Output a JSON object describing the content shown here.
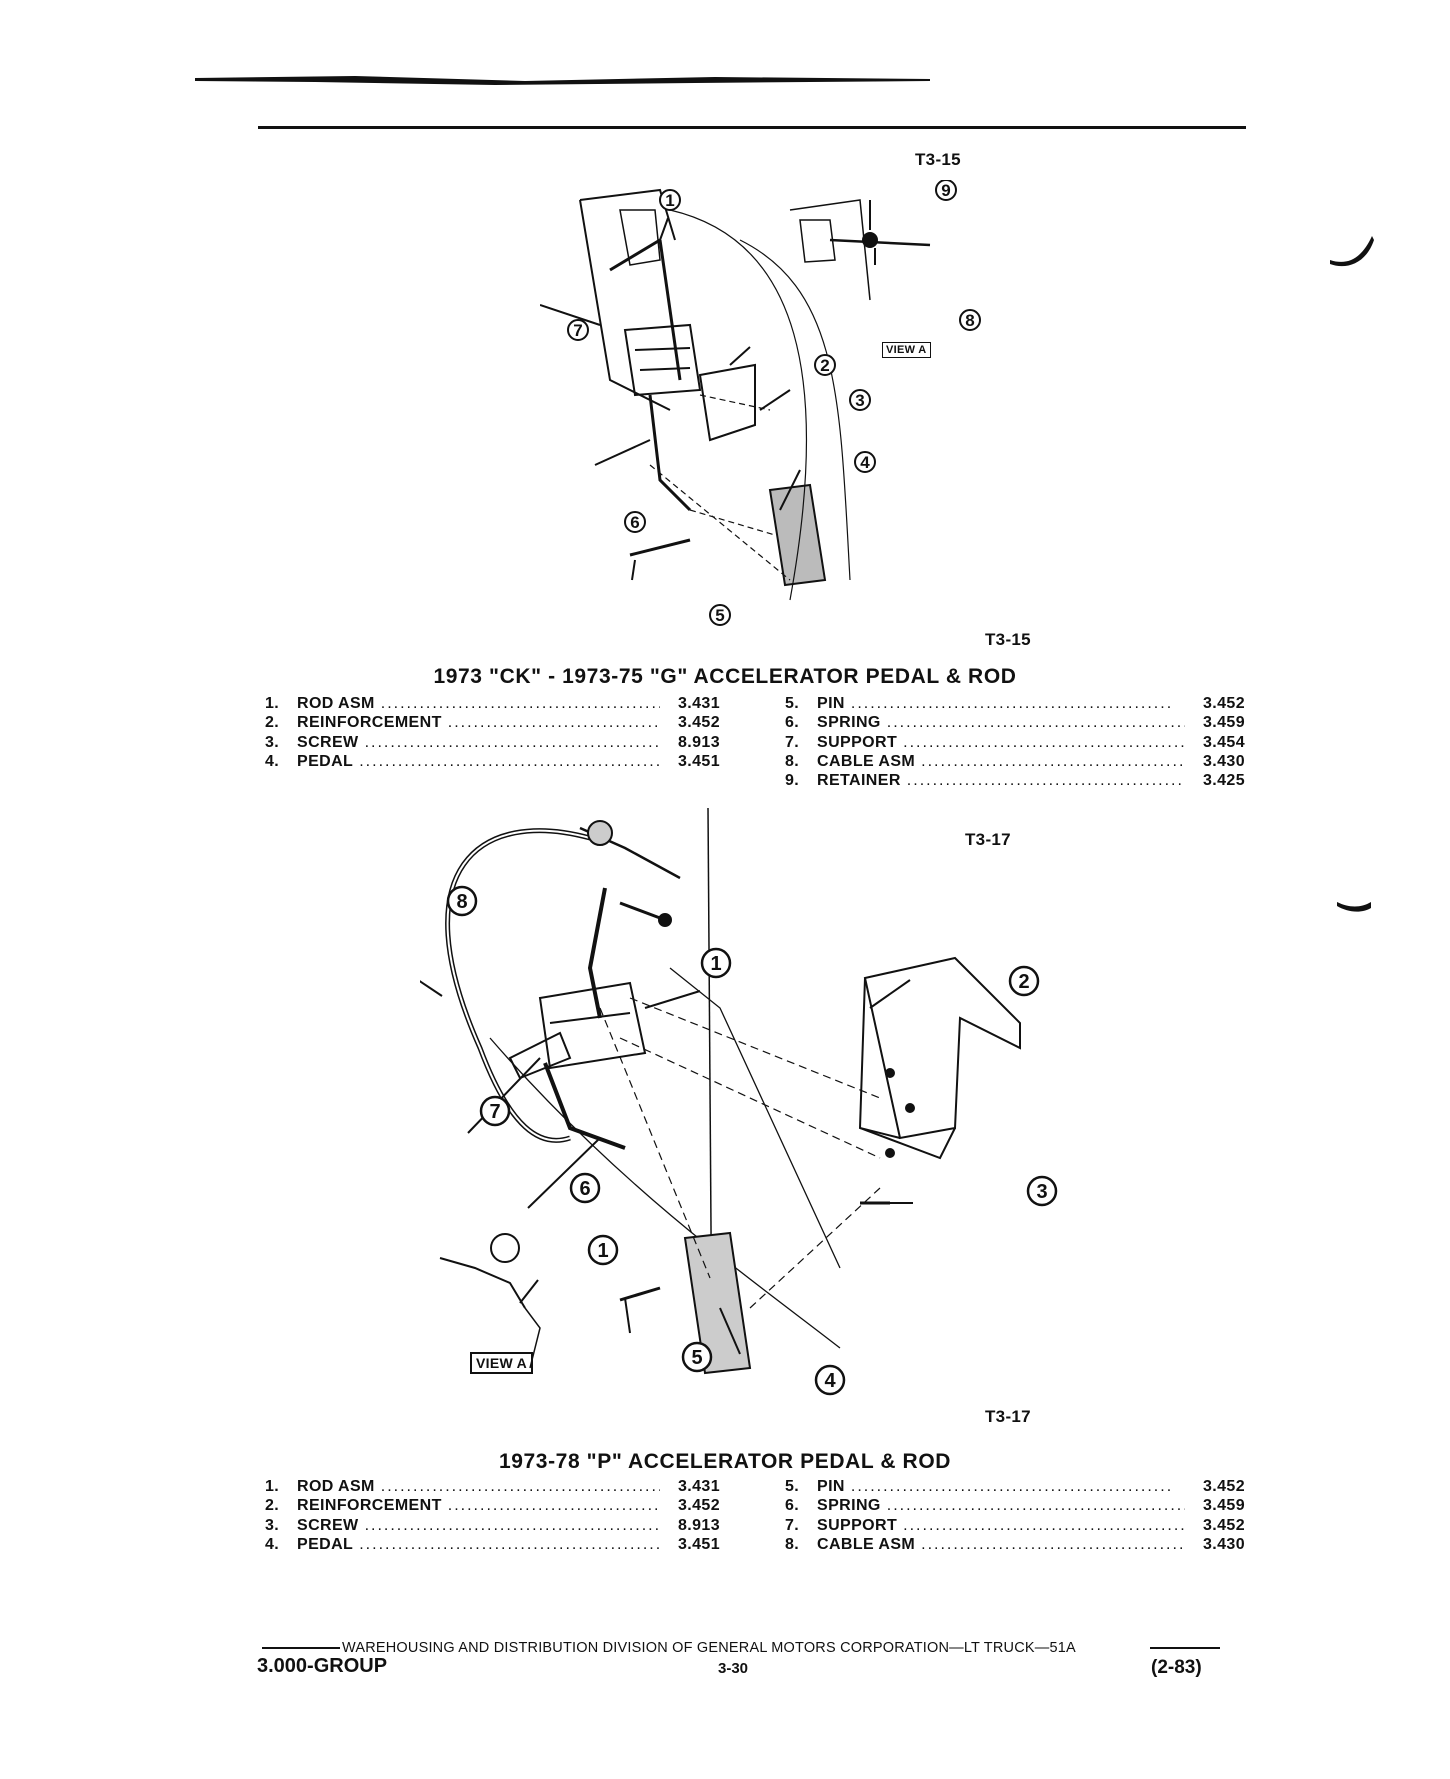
{
  "top_figure": {
    "ref_label_top": "T3-15",
    "ref_label_bottom": "T3-15",
    "view_tag": "VIEW A",
    "callouts": [
      "1",
      "2",
      "3",
      "4",
      "5",
      "6",
      "7",
      "8",
      "9"
    ]
  },
  "top_caption": "1973 \"CK\" - 1973-75 \"G\" ACCELERATOR PEDAL & ROD",
  "top_parts": {
    "left": [
      {
        "num": "1.",
        "name": "ROD ASM",
        "ref": "3.431"
      },
      {
        "num": "2.",
        "name": "REINFORCEMENT",
        "ref": "3.452"
      },
      {
        "num": "3.",
        "name": "SCREW",
        "ref": "8.913"
      },
      {
        "num": "4.",
        "name": "PEDAL",
        "ref": "3.451"
      }
    ],
    "right": [
      {
        "num": "5.",
        "name": "PIN",
        "ref": "3.452"
      },
      {
        "num": "6.",
        "name": "SPRING",
        "ref": "3.459"
      },
      {
        "num": "7.",
        "name": "SUPPORT",
        "ref": "3.454"
      },
      {
        "num": "8.",
        "name": "CABLE ASM",
        "ref": "3.430"
      },
      {
        "num": "9.",
        "name": "RETAINER",
        "ref": "3.425"
      }
    ]
  },
  "bottom_figure": {
    "ref_label_top": "T3-17",
    "ref_label_bottom": "T3-17",
    "view_tag": "VIEW A",
    "callouts": [
      "1",
      "2",
      "3",
      "4",
      "5",
      "6",
      "7",
      "8",
      "1"
    ]
  },
  "bottom_caption": "1973-78 \"P\" ACCELERATOR PEDAL & ROD",
  "bottom_parts": {
    "left": [
      {
        "num": "1.",
        "name": "ROD ASM",
        "ref": "3.431"
      },
      {
        "num": "2.",
        "name": "REINFORCEMENT",
        "ref": "3.452"
      },
      {
        "num": "3.",
        "name": "SCREW",
        "ref": "8.913"
      },
      {
        "num": "4.",
        "name": "PEDAL",
        "ref": "3.451"
      }
    ],
    "right": [
      {
        "num": "5.",
        "name": "PIN",
        "ref": "3.452"
      },
      {
        "num": "6.",
        "name": "SPRING",
        "ref": "3.459"
      },
      {
        "num": "7.",
        "name": "SUPPORT",
        "ref": "3.452"
      },
      {
        "num": "8.",
        "name": "CABLE ASM",
        "ref": "3.430"
      }
    ]
  },
  "footer": {
    "division_line": "WAREHOUSING AND DISTRIBUTION  DIVISION OF GENERAL MOTORS CORPORATION—LT TRUCK—51A",
    "group": "3.000-GROUP",
    "page": "3-30",
    "date": "(2-83)"
  }
}
